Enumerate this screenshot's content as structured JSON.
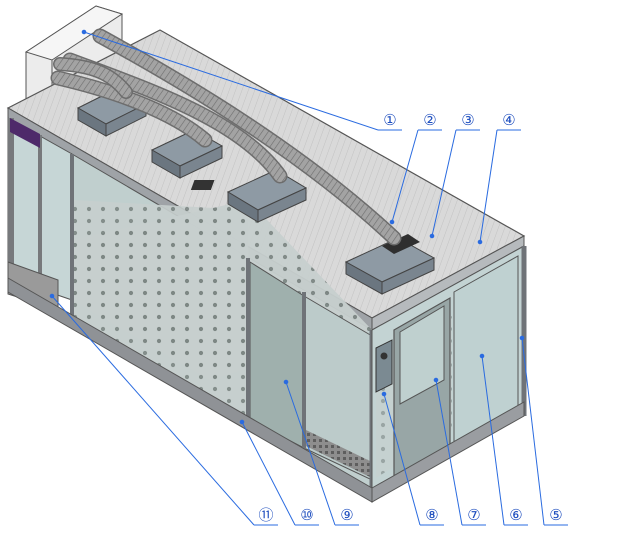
{
  "diagram": {
    "callouts": [
      {
        "id": "c1",
        "label": "①"
      },
      {
        "id": "c2",
        "label": "②"
      },
      {
        "id": "c3",
        "label": "③"
      },
      {
        "id": "c4",
        "label": "④"
      },
      {
        "id": "c5",
        "label": "⑤"
      },
      {
        "id": "c6",
        "label": "⑥"
      },
      {
        "id": "c7",
        "label": "⑦"
      },
      {
        "id": "c8",
        "label": "⑧"
      },
      {
        "id": "c9",
        "label": "⑨"
      },
      {
        "id": "c10",
        "label": "⑩"
      },
      {
        "id": "c11",
        "label": "⑪"
      }
    ],
    "colors": {
      "leader_line": "#2a6be0",
      "callout_text": "#1f4fbf",
      "frame": "#6f7378",
      "glass": "#b9cccc",
      "roof": "#d7d7d7",
      "perforated_floor": "#c9d1d0",
      "ffu_housing": "#8a98a3",
      "duct": "#9a9a9a"
    }
  }
}
